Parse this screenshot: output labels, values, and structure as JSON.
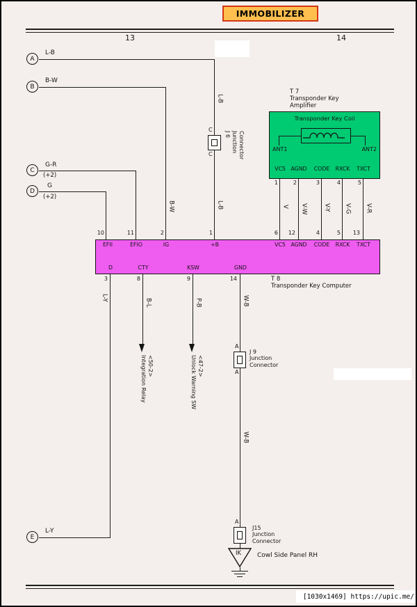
{
  "page": {
    "title": "IMMOBILIZER",
    "section_left": "13",
    "section_right": "14",
    "watermark": "[1030x1469] https://upic.me/"
  },
  "colors": {
    "amplifier_fill": "#00ca72",
    "computer_fill": "#ef5cf0",
    "title_fill": "#ffbf4f",
    "title_border": "#d43414",
    "page_bg": "#f4efec"
  },
  "connectors": {
    "a": {
      "id": "A",
      "wire": "L-B"
    },
    "b": {
      "id": "B",
      "wire": "B-W"
    },
    "c": {
      "id": "C",
      "wire": "G-R",
      "sub": "(+2)"
    },
    "d": {
      "id": "D",
      "wire": "G",
      "sub": "(+2)"
    },
    "e": {
      "id": "E",
      "wire": "L-Y"
    }
  },
  "amplifier": {
    "ref": "T 7",
    "name1": "Transponder Key",
    "name2": "Amplifier",
    "coil": "Transponder Key Coil",
    "ant1": "ANT1",
    "ant2": "ANT2",
    "terminals": [
      "VC5",
      "AGND",
      "CODE",
      "RXCK",
      "TXCT"
    ],
    "pin_numbers": [
      "1",
      "2",
      "3",
      "4",
      "5"
    ]
  },
  "amp_wires": [
    "V",
    "V-W",
    "V-Y",
    "V-G",
    "V-R"
  ],
  "computer": {
    "ref": "T 8",
    "name": "Transponder Key Computer",
    "top_left": [
      {
        "pin": "10",
        "t": "EFII"
      },
      {
        "pin": "11",
        "t": "EFIO"
      },
      {
        "pin": "2",
        "t": "IG"
      },
      {
        "pin": "1",
        "t": "+B"
      }
    ],
    "top_right": [
      {
        "pin": "6",
        "t": "VC5"
      },
      {
        "pin": "12",
        "t": "AGND"
      },
      {
        "pin": "4",
        "t": "CODE"
      },
      {
        "pin": "5",
        "t": "RXCK"
      },
      {
        "pin": "13",
        "t": "TXCT"
      }
    ],
    "bottom": [
      {
        "pin": "3",
        "t": "D"
      },
      {
        "pin": "8",
        "t": "CTY"
      },
      {
        "pin": "9",
        "t": "KSW"
      },
      {
        "pin": "14",
        "t": "GND"
      }
    ]
  },
  "wires": {
    "lb_upper": "L-B",
    "lb_lower": "L-B",
    "bw": "B-W",
    "ly": "L-Y",
    "bl": "B-L",
    "pb": "P-B",
    "wb_upper": "W-B",
    "wb_lower": "W-B"
  },
  "junctions": {
    "j6": {
      "id": "J 6",
      "l1": "Junction",
      "l2": "Connector",
      "top": "C",
      "bottom": "C"
    },
    "j9": {
      "id": "J 9",
      "l1": "Junction",
      "l2": "Connector",
      "top": "A",
      "bottom": "A"
    },
    "j15": {
      "id": "J15",
      "l1": "Junction",
      "l2": "Connector",
      "top": "A"
    }
  },
  "destinations": {
    "cty": {
      "name": "Integration Relay",
      "ref": "<50-2>"
    },
    "ksw": {
      "name": "Unlock Warning SW",
      "ref": "<47-2>"
    }
  },
  "ground": {
    "code": "IK",
    "label": "Cowl Side Panel RH"
  }
}
